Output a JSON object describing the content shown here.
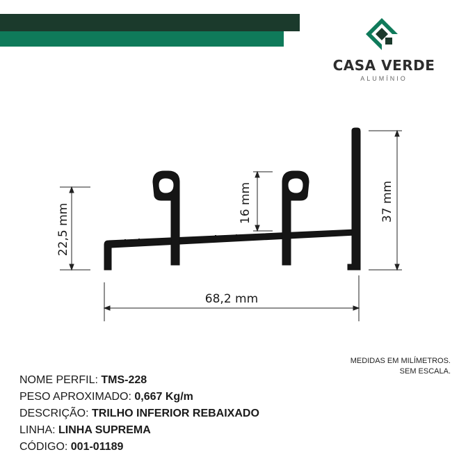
{
  "brand": {
    "name": "CASA VERDE",
    "subtitle": "ALUMÍNIO",
    "colors": {
      "dark": "#1b3a2c",
      "green": "#0f7a5a"
    }
  },
  "drawing": {
    "dimensions": {
      "height_left": "22,5 mm",
      "slot_depth": "16 mm",
      "height_total": "37 mm",
      "width": "68,2 mm"
    }
  },
  "note": {
    "line1": "MEDIDAS EM MILÍMETROS.",
    "line2": "SEM ESCALA."
  },
  "specs": [
    {
      "label": "NOME PERFIL: ",
      "value": "TMS-228"
    },
    {
      "label": "PESO APROXIMADO: ",
      "value": "0,667 Kg/m"
    },
    {
      "label": "DESCRIÇÃO: ",
      "value": "TRILHO INFERIOR REBAIXADO"
    },
    {
      "label": "LINHA: ",
      "value": "LINHA SUPREMA"
    },
    {
      "label": "CÓDIGO: ",
      "value": "001-01189"
    }
  ]
}
